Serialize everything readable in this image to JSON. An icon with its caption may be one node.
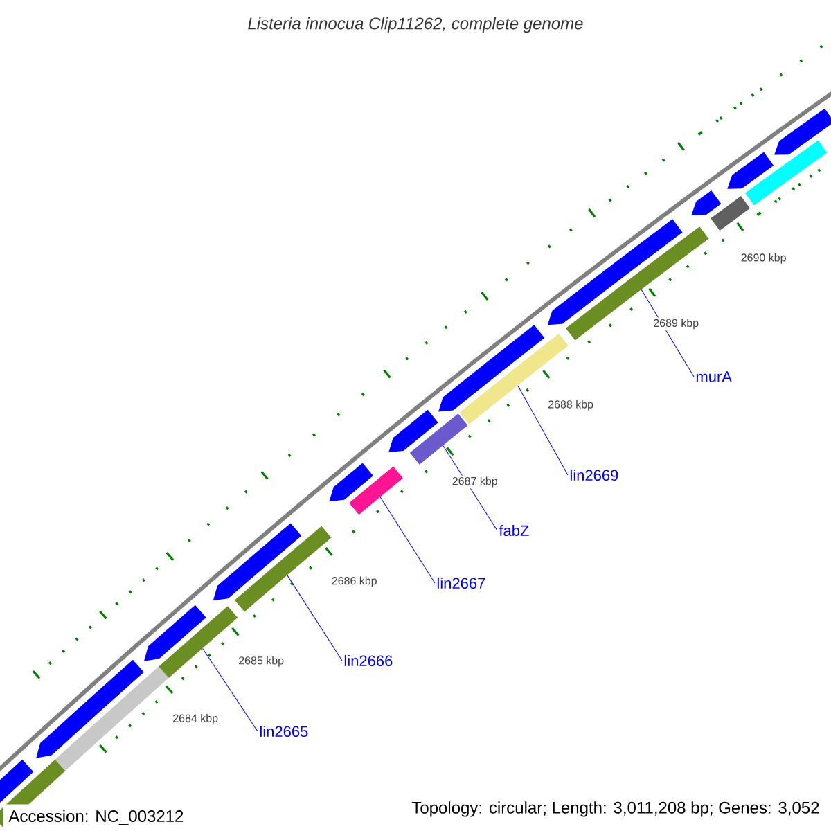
{
  "diagram": {
    "title": "Listeria innocua Clip11262, complete genome",
    "nodes": [
      {
        "text": [
          "lin2665"
        ]
      },
      {
        "text": [
          "lin2666"
        ]
      },
      {
        "text": [
          "lin2667"
        ]
      },
      {
        "text": [
          "fabZ"
        ]
      },
      {
        "text": [
          "lin2669"
        ]
      },
      {
        "text": [
          "murA"
        ]
      },
      {
        "text": [],
        "shape": "pentagon"
      },
      {
        "text": [],
        "shape": "bar"
      },
      {
        "text": [],
        "shape": "pentagon"
      },
      {
        "text": [],
        "shape": "bar"
      },
      {
        "text": [],
        "shape": "pentagon"
      },
      {
        "text": [],
        "shape": "bar"
      },
      {
        "text": [],
        "shape": "pentagon"
      },
      {
        "text": [],
        "shape": "bar"
      },
      {
        "text": [],
        "shape": "pentagon"
      },
      {
        "text": [],
        "shape": "bar"
      },
      {
        "text": [],
        "shape": "pentagon"
      },
      {
        "text": [],
        "shape": "bar"
      },
      {
        "text": [],
        "shape": "pentagon"
      },
      {
        "text": [],
        "shape": "bar"
      },
      {
        "text": [],
        "shape": "pentagon"
      },
      {
        "text": [],
        "shape": "bar"
      },
      {
        "text": [],
        "shape": "pentagon"
      },
      {
        "text": [],
        "shape": "bar"
      },
      {
        "text": [],
        "shape": "pentagon"
      },
      {
        "text": [],
        "shape": "bar"
      },
      {
        "text": [],
        "shape": "pentagon"
      }
    ],
    "edges": [
      {
        "from": 0,
        "to": 11,
        "arrow": "none"
      },
      {
        "from": 1,
        "to": 13,
        "arrow": "none"
      },
      {
        "from": 2,
        "to": 15,
        "arrow": "none"
      },
      {
        "from": 3,
        "to": 17,
        "arrow": "none"
      },
      {
        "from": 4,
        "to": 19,
        "arrow": "none"
      },
      {
        "from": 5,
        "to": 21,
        "arrow": "none"
      }
    ],
    "labels": [
      "2690 kbp",
      "2689 kbp",
      "2688 kbp",
      "2687 kbp",
      "2686 kbp",
      "2685 kbp",
      "2684 kbp",
      "Accession: NC_003212",
      "Topology: circular; Length: 3,011,208 bp; Genes: 3,052"
    ]
  }
}
